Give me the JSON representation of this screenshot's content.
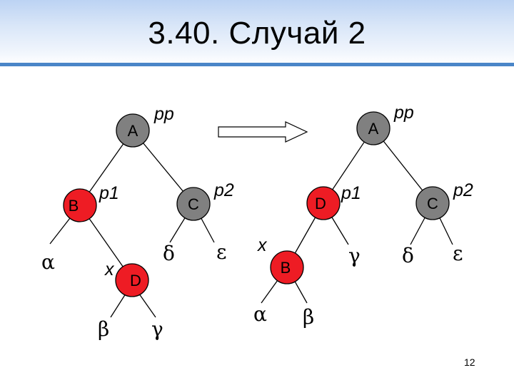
{
  "slide": {
    "title": "3.40. Случай 2",
    "page_number": "12"
  },
  "colors": {
    "red_node": "#ee1c24",
    "black_node": "#808080",
    "header_line": "#4a86c8"
  },
  "left_tree": {
    "nodes": {
      "A": {
        "label": "A",
        "pointer": "pp",
        "color": "black"
      },
      "B": {
        "label": "B",
        "pointer": "p1",
        "color": "red"
      },
      "C": {
        "label": "C",
        "pointer": "p2",
        "color": "black"
      },
      "D": {
        "label": "D",
        "pointer": "x",
        "color": "red"
      }
    },
    "subtrees": {
      "alpha": "α",
      "beta": "β",
      "gamma": "γ",
      "delta": "δ",
      "epsilon": "ε"
    }
  },
  "arrow": {
    "icon": "right-arrow-icon"
  },
  "right_tree": {
    "nodes": {
      "A": {
        "label": "A",
        "pointer": "pp",
        "color": "black"
      },
      "D": {
        "label": "D",
        "pointer": "p1",
        "color": "red"
      },
      "C": {
        "label": "C",
        "pointer": "p2",
        "color": "black"
      },
      "B": {
        "label": "B",
        "pointer": "x",
        "color": "red"
      }
    },
    "subtrees": {
      "alpha": "α",
      "beta": "β",
      "gamma": "γ",
      "delta": "δ",
      "epsilon": "ε"
    }
  }
}
